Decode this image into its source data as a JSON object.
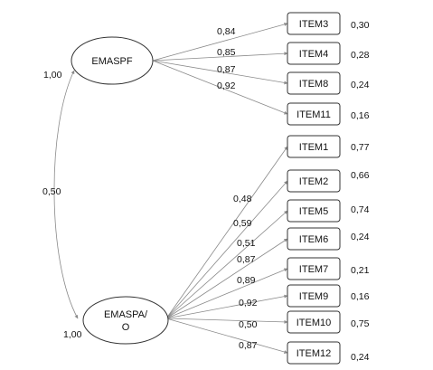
{
  "factors": {
    "f1": {
      "label": "EMASPF",
      "variance": "1,00"
    },
    "f2": {
      "label_line1": "EMASPA/",
      "label_line2": "O",
      "variance": "1,00"
    },
    "covariance": "0,50"
  },
  "items": [
    {
      "label": "ITEM3",
      "loading": "0,84",
      "error": "0,30"
    },
    {
      "label": "ITEM4",
      "loading": "0,85",
      "error": "0,28"
    },
    {
      "label": "ITEM8",
      "loading": "0,87",
      "error": "0,24"
    },
    {
      "label": "ITEM11",
      "loading": "0,92",
      "error": "0,16"
    },
    {
      "label": "ITEM1",
      "loading": "0,48",
      "error": "0,77"
    },
    {
      "label": "ITEM2",
      "loading": "0,59",
      "error": "0,66"
    },
    {
      "label": "ITEM5",
      "loading": "0,51",
      "error": "0,74"
    },
    {
      "label": "ITEM6",
      "loading": "0,87",
      "error": "0,24"
    },
    {
      "label": "ITEM7",
      "loading": "0,89",
      "error": "0,21"
    },
    {
      "label": "ITEM9",
      "loading": "0,92",
      "error": "0,16"
    },
    {
      "label": "ITEM10",
      "loading": "0,50",
      "error": "0,75"
    },
    {
      "label": "ITEM12",
      "loading": "0,87",
      "error": "0,24"
    }
  ]
}
